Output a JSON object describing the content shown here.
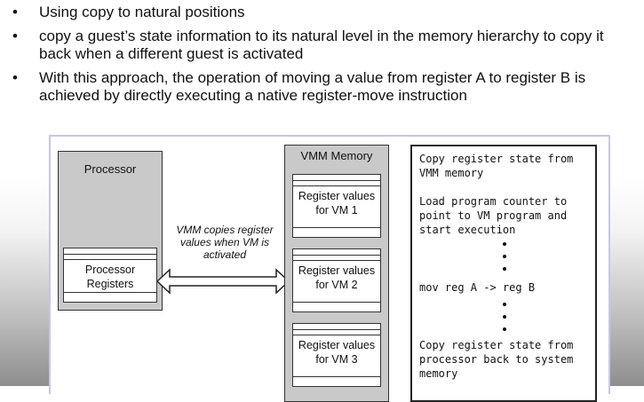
{
  "bullets": [
    {
      "text": "Using copy to natural positions"
    },
    {
      "text": "copy a guest’s state information to its natural level in the memory hierarchy to copy it back when a different guest is activated"
    },
    {
      "text": "With this approach, the operation of moving a value from register A to register B is achieved by directly executing a native register-move instruction"
    }
  ],
  "bullet_symbol": "•",
  "diagram": {
    "processor": {
      "title": "Processor",
      "registers_label": "Processor Registers"
    },
    "arrow_label": "VMM copies register values when VM is activated",
    "vmm_memory": {
      "title": "VMM Memory",
      "blocks": [
        {
          "label": "Register values for VM 1"
        },
        {
          "label": "Register values for VM 2"
        },
        {
          "label": "Register values for VM 3"
        }
      ]
    },
    "code_box": {
      "step1": "Copy register state from\nVMM memory",
      "step2": "Load program counter to\npoint to VM program and\nstart execution",
      "step3": "mov reg A -> reg B",
      "step4": "Copy register state from\nprocessor back to system\nmemory"
    }
  },
  "colors": {
    "panel_gray": "#c9c9c9",
    "border_accent": "#c7c7e8"
  }
}
